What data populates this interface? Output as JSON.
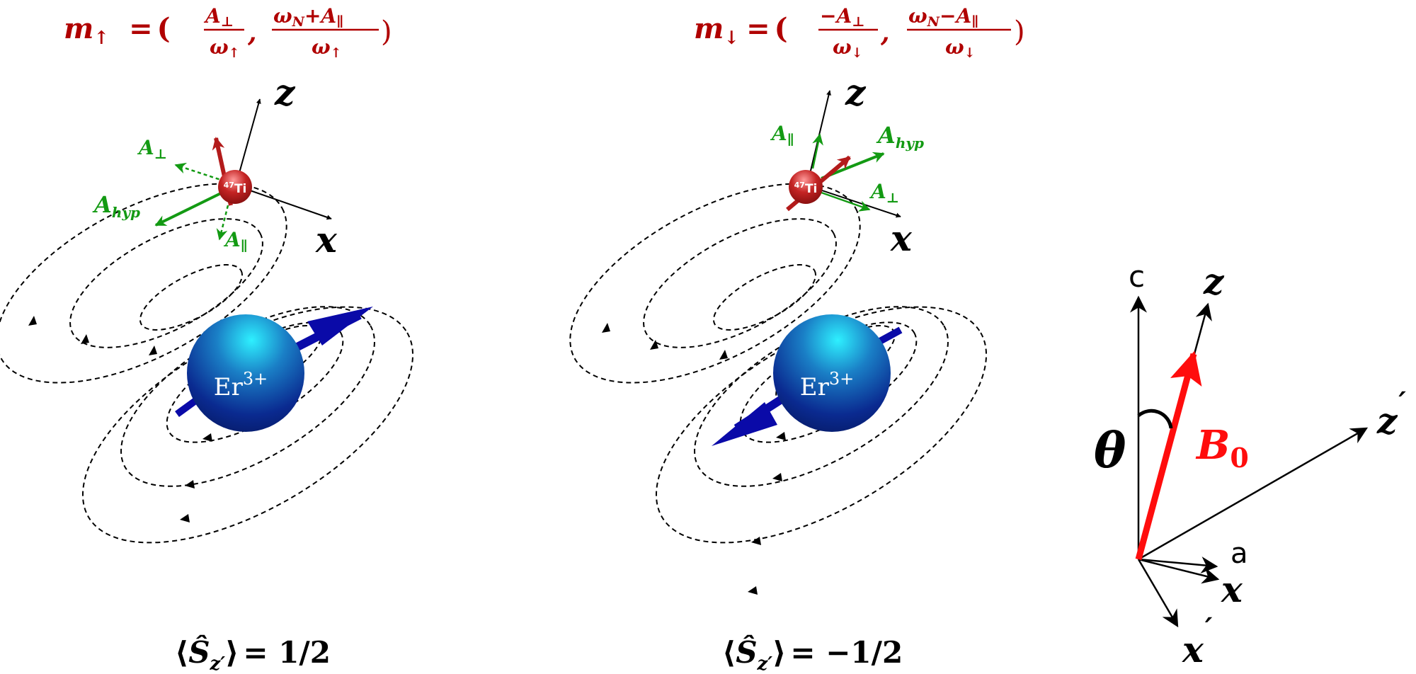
{
  "colors": {
    "formula": "#b00000",
    "green": "#139a13",
    "blue": "#0a0aa8",
    "red": "#e00000",
    "ti": "#b31b1b",
    "black": "#000000"
  },
  "left": {
    "formula": {
      "m_base": "m",
      "m_sub": "↑",
      "equals": "=",
      "open_paren": "(",
      "close_paren": ")",
      "comma": ",",
      "frac1_num": "A",
      "frac1_num_sub": "⊥",
      "frac1_den": "ω",
      "frac1_den_sub": "↑",
      "frac2_num_a": "ω",
      "frac2_num_a_sub": "N",
      "frac2_op": "+",
      "frac2_num_b": "A",
      "frac2_num_b_sub": "∥",
      "frac2_den": "ω",
      "frac2_den_sub": "↑"
    },
    "axis_z": "z",
    "axis_x": "x",
    "nucleus": {
      "sup": "47",
      "symbol": "Ti"
    },
    "ion": {
      "base": "Er",
      "sup": "3+"
    },
    "vectors": {
      "perp_base": "A",
      "perp_sub": "⊥",
      "hyp_base": "A",
      "hyp_sub": "hyp",
      "par_base": "A",
      "par_sub": "∥"
    },
    "bottom": {
      "open": "⟨",
      "op": "Ŝ",
      "sub": "z′",
      "close": "⟩",
      "eq": "= 1/2"
    }
  },
  "right": {
    "formula": {
      "m_base": "m",
      "m_sub": "↓",
      "equals": "=",
      "open_paren": "(",
      "close_paren": ")",
      "comma": ",",
      "frac1_num": "−A",
      "frac1_num_sub": "⊥",
      "frac1_den": "ω",
      "frac1_den_sub": "↓",
      "frac2_num_a": "ω",
      "frac2_num_a_sub": "N",
      "frac2_op": "−",
      "frac2_num_b": "A",
      "frac2_num_b_sub": "∥",
      "frac2_den": "ω",
      "frac2_den_sub": "↓"
    },
    "axis_z": "z",
    "axis_x": "x",
    "nucleus": {
      "sup": "47",
      "symbol": "Ti"
    },
    "ion": {
      "base": "Er",
      "sup": "3+"
    },
    "vectors": {
      "par_base": "A",
      "par_sub": "∥",
      "hyp_base": "A",
      "hyp_sub": "hyp",
      "perp_base": "A",
      "perp_sub": "⊥"
    },
    "bottom": {
      "open": "⟨",
      "op": "Ŝ",
      "sub": "z′",
      "close": "⟩",
      "eq": "= −1/2"
    }
  },
  "frame": {
    "c": "c",
    "a": "a",
    "z": "z",
    "z_prime": "z",
    "x": "x",
    "x_prime": "x",
    "prime": "′",
    "theta": "θ",
    "field_base": "B",
    "field_sub": "0"
  }
}
